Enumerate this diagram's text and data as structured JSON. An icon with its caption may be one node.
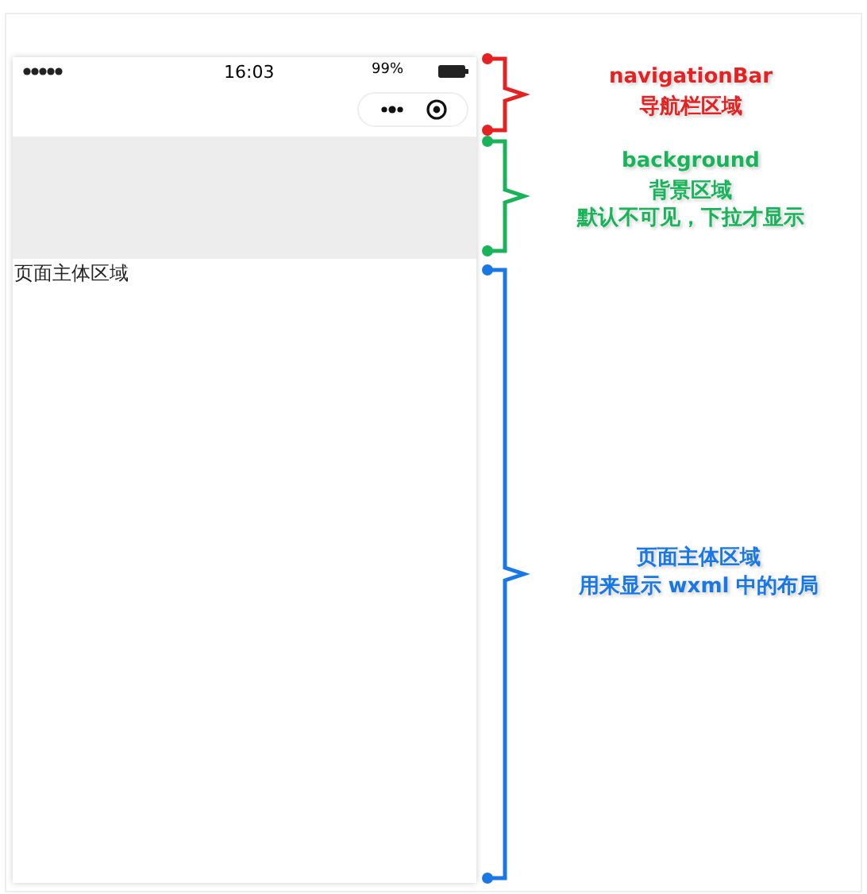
{
  "diagram": {
    "nodes": [
      {
        "text": [
          "16:03",
          "99%"
        ]
      },
      {
        "text": [],
        "shape": "box"
      },
      {
        "text": [
          "页面主体区域"
        ]
      }
    ],
    "labels": [
      "navigationBar",
      "导航栏区域",
      "background",
      "背景区域",
      "默认不可见，下拉才显示",
      "页面主体区域",
      "用来显示 wxml 中的布局"
    ]
  }
}
